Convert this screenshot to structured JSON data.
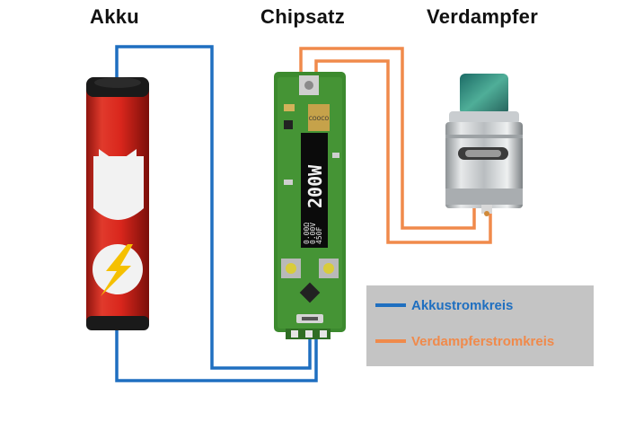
{
  "titles": {
    "battery": "Akku",
    "chipset": "Chipsatz",
    "atomizer": "Verdampfer"
  },
  "chip_display": {
    "watt": "200W",
    "line1": "0.00Ω",
    "line2": "0.00V",
    "line3": "450F"
  },
  "chip_label": "COOCO",
  "legend": [
    {
      "label": "Akkustromkreis",
      "color": "#1f6fc0"
    },
    {
      "label": "Verdampferstromkreis",
      "color": "#f08a4b"
    }
  ],
  "colors": {
    "battery_wrap": "#d9261c",
    "pcb": "#3c8a2e",
    "atomizer_metal": "#bfc3c6",
    "drip_tip": "#2f8a7a"
  }
}
